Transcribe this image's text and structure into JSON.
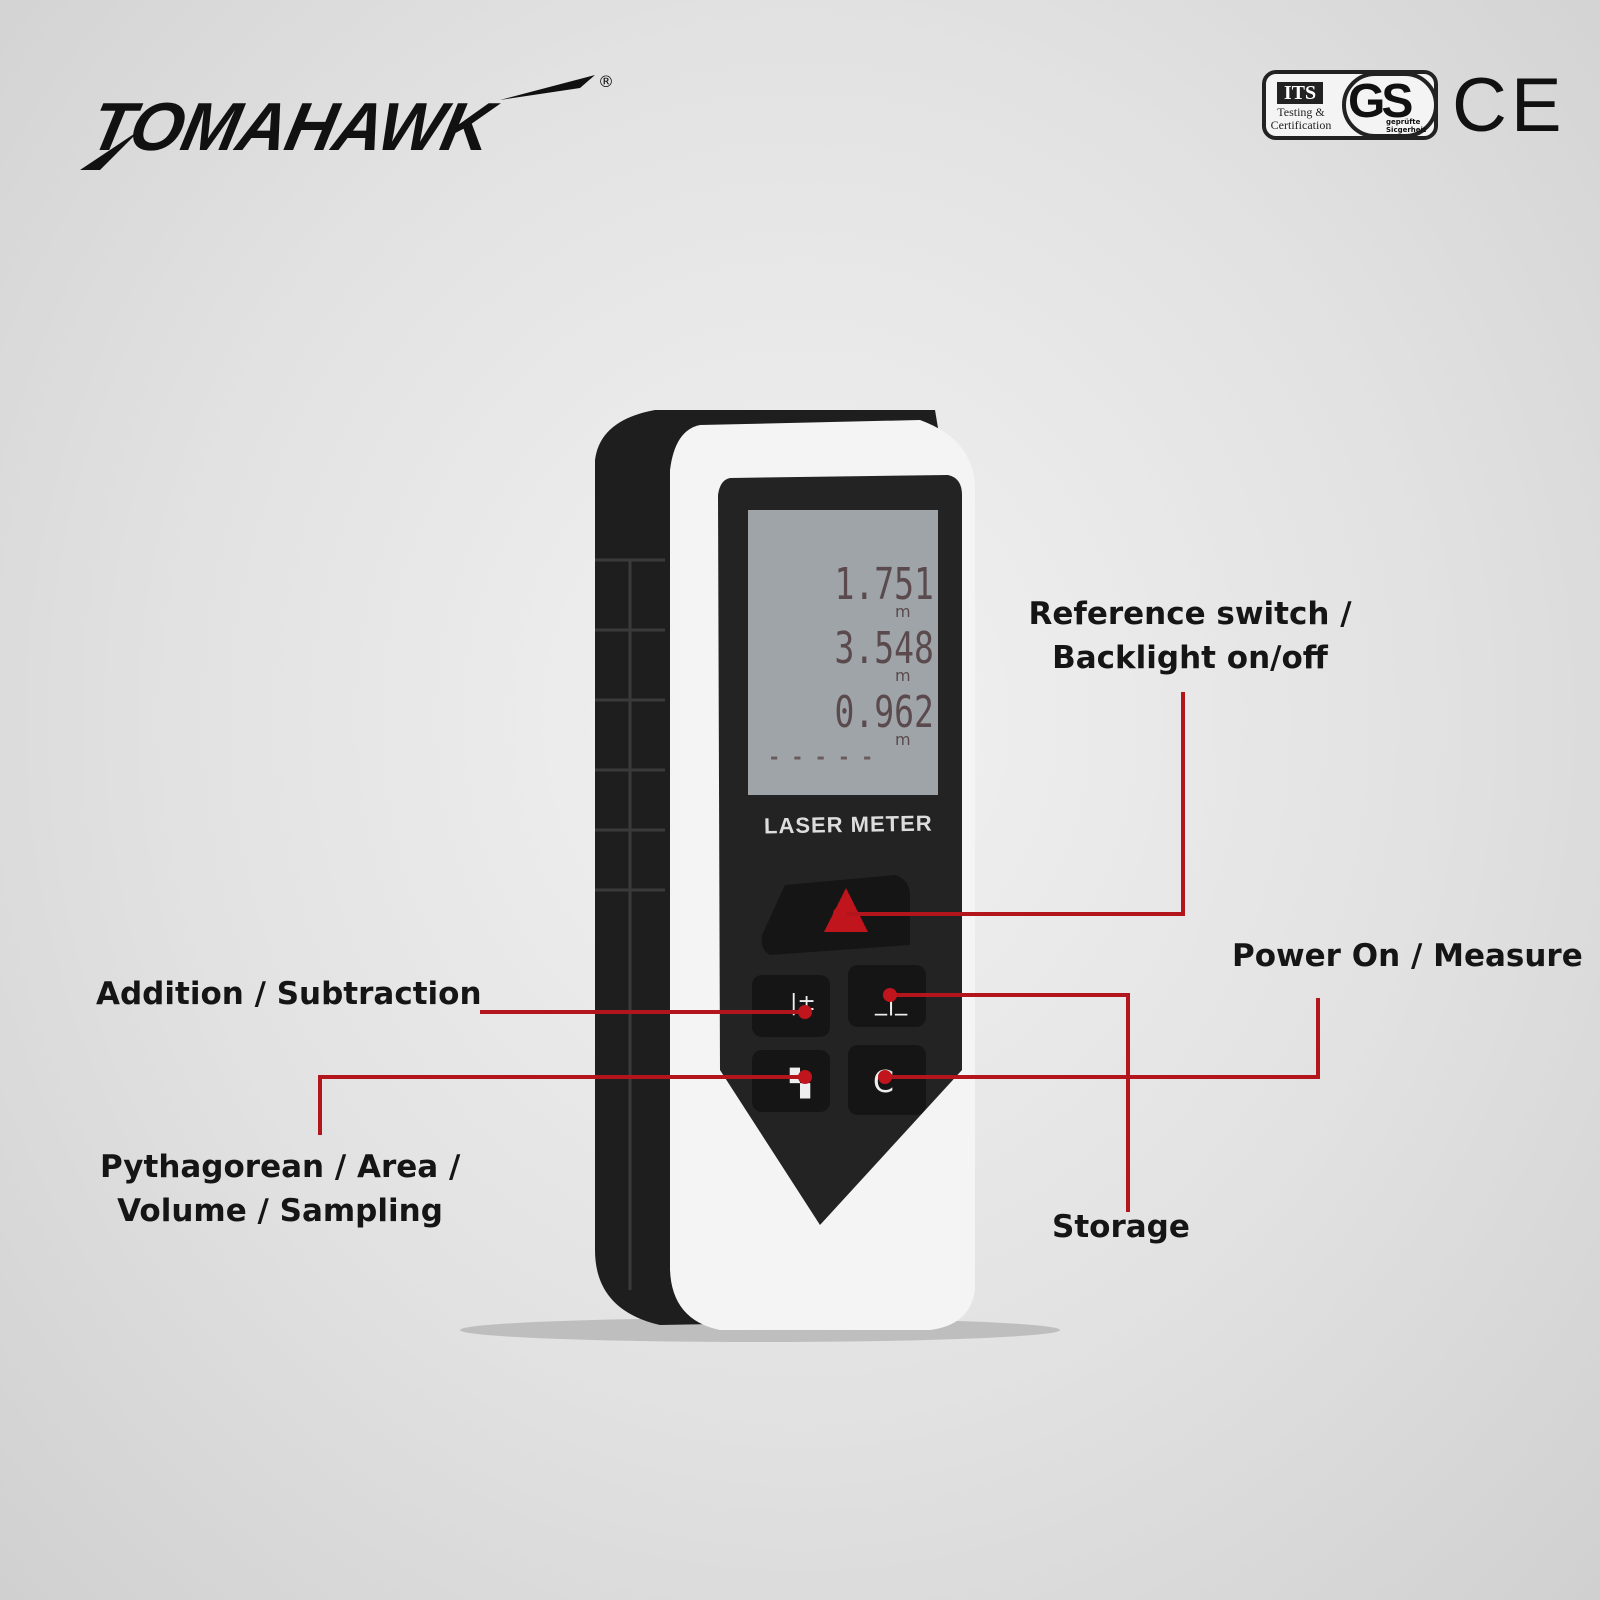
{
  "brand": {
    "name": "TOMAHAWK",
    "registered": "®"
  },
  "certifications": {
    "its": "ITS",
    "its_sub_1": "Testing &",
    "its_sub_2": "Certification",
    "gs": "GS",
    "gs_sub_1": "geprüfte",
    "gs_sub_2": "Sicgerheit",
    "ce": "CE"
  },
  "device": {
    "label": "LASER METER",
    "display": {
      "line1": "1.751",
      "line2": "3.548",
      "line3": "0.962",
      "unit": "m",
      "dashes": "- - - - -"
    }
  },
  "callouts": {
    "reference": {
      "line1": "Reference switch /",
      "line2": "Backlight on/off"
    },
    "power": "Power On / Measure",
    "addition": "Addition / Subtraction",
    "pythagorean": {
      "line1": "Pythagorean / Area /",
      "line2": "Volume / Sampling"
    },
    "storage": "Storage"
  },
  "colors": {
    "accent": "#b3151c",
    "device_body": "#232323",
    "device_shell": "#f4f4f4",
    "lcd": "#9da3a6"
  }
}
